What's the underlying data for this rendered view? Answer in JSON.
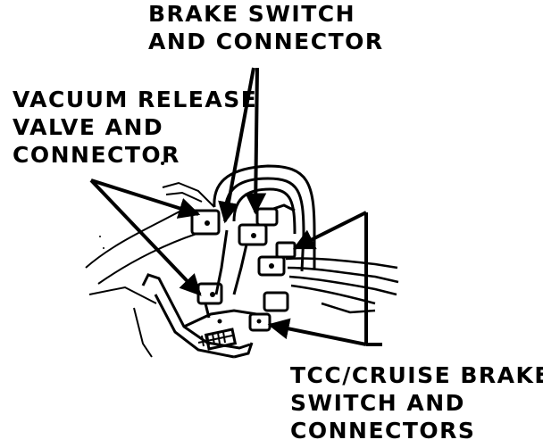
{
  "labels": {
    "brake_switch": [
      "BRAKE SWITCH",
      "AND CONNECTOR"
    ],
    "vacuum_release": [
      "VACUUM RELEASE",
      "VALVE AND",
      "CONNECTOR"
    ],
    "tcc_cruise": [
      "TCC/CRUISE BRAKE",
      "SWITCH AND",
      "CONNECTORS"
    ]
  },
  "colors": {
    "ink": "#000000",
    "paper": "#ffffff"
  }
}
